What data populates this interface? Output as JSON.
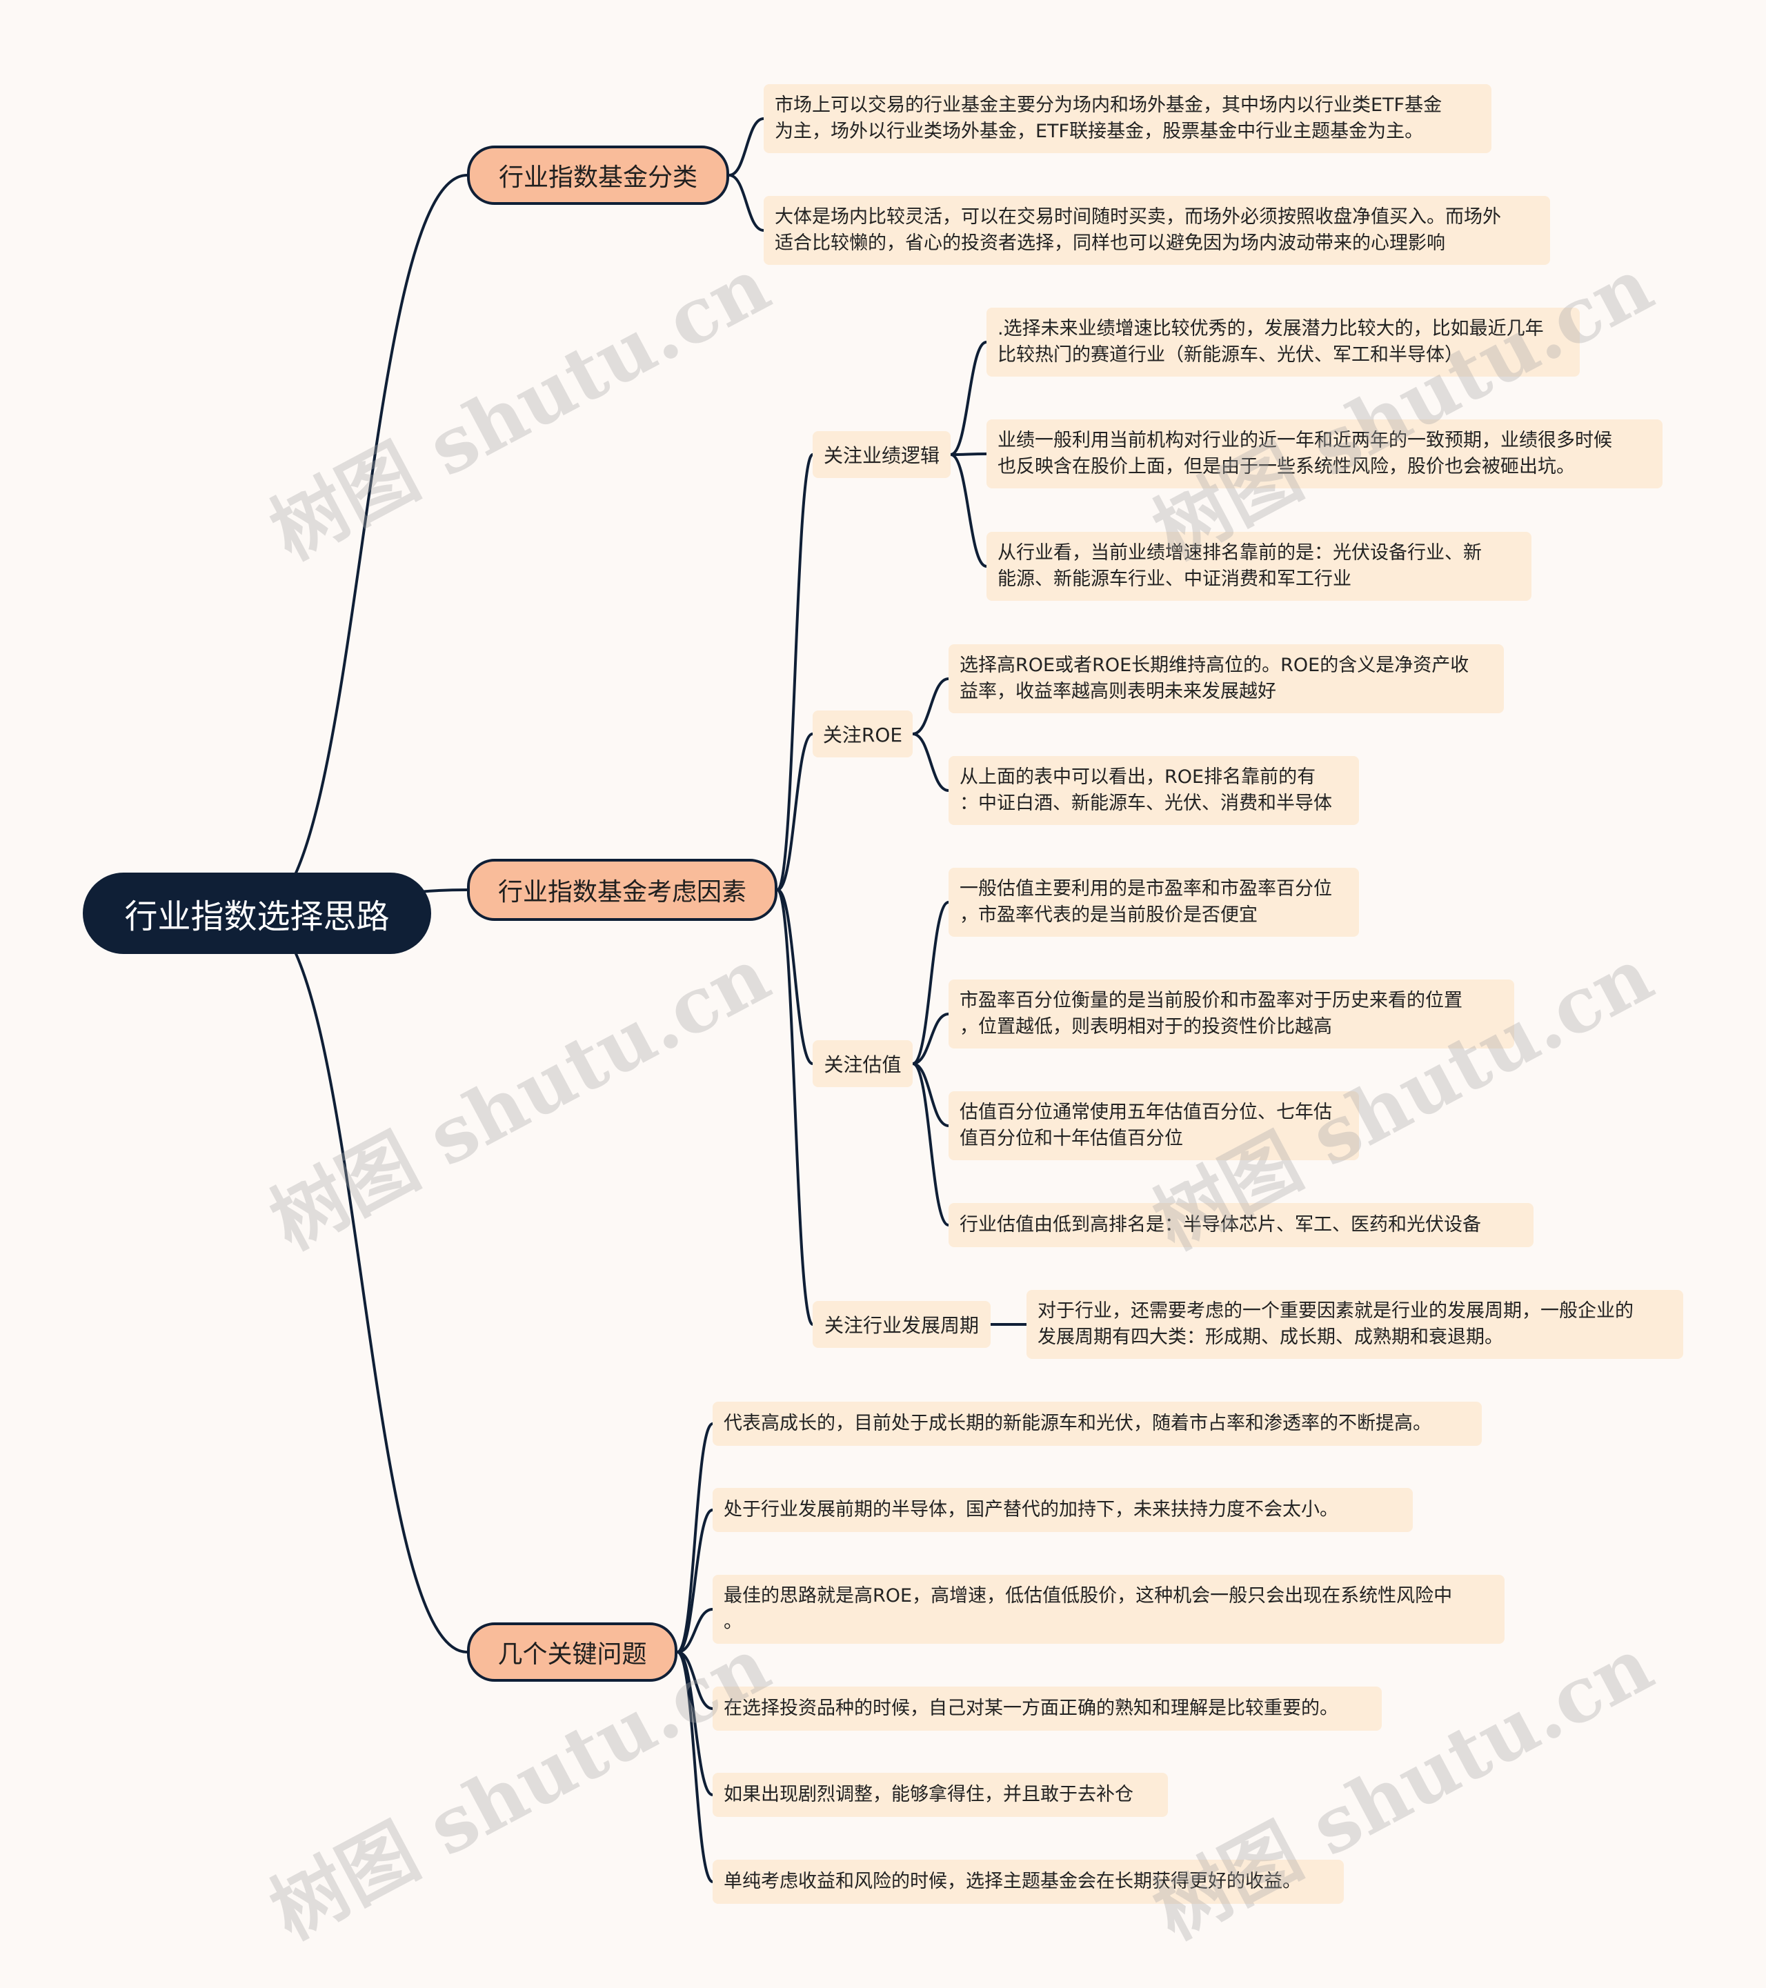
{
  "root": {
    "label": "行业指数选择思路"
  },
  "branches": [
    {
      "label": "行业指数基金分类",
      "leaves": [
        "市场上可以交易的行业基金主要分为场内和场外基金，其中场内以行业类ETF基金\n为主，场外以行业类场外基金，ETF联接基金，股票基金中行业主题基金为主。",
        "大体是场内比较灵活，可以在交易时间随时买卖，而场外必须按照收盘净值买入。而场外\n适合比较懒的，省心的投资者选择，同样也可以避免因为场内波动带来的心理影响"
      ]
    },
    {
      "label": "行业指数基金考虑因素",
      "subs": [
        {
          "label": "关注业绩逻辑",
          "leaves": [
            ".选择未来业绩增速比较优秀的，发展潜力比较大的，比如最近几年\n比较热门的赛道行业（新能源车、光伏、军工和半导体）",
            "业绩一般利用当前机构对行业的近一年和近两年的一致预期，业绩很多时候\n也反映含在股价上面，但是由于一些系统性风险，股价也会被砸出坑。",
            "从行业看，当前业绩增速排名靠前的是：光伏设备行业、新\n能源、新能源车行业、中证消费和军工行业"
          ]
        },
        {
          "label": "关注ROE",
          "leaves": [
            "选择高ROE或者ROE长期维持高位的。ROE的含义是净资产收\n益率，收益率越高则表明未来发展越好",
            "从上面的表中可以看出，ROE排名靠前的有\n：中证白酒、新能源车、光伏、消费和半导体"
          ]
        },
        {
          "label": "关注估值",
          "leaves": [
            "一般估值主要利用的是市盈率和市盈率百分位\n，市盈率代表的是当前股价是否便宜",
            "市盈率百分位衡量的是当前股价和市盈率对于历史来看的位置\n，位置越低，则表明相对于的投资性价比越高",
            "估值百分位通常使用五年估值百分位、七年估\n值百分位和十年估值百分位",
            "行业估值由低到高排名是：半导体芯片、军工、医药和光伏设备"
          ]
        },
        {
          "label": "关注行业发展周期",
          "leaves": [
            "对于行业，还需要考虑的一个重要因素就是行业的发展周期，一般企业的\n发展周期有四大类：形成期、成长期、成熟期和衰退期。"
          ]
        }
      ]
    },
    {
      "label": "几个关键问题",
      "leaves": [
        "代表高成长的，目前处于成长期的新能源车和光伏，随着市占率和渗透率的不断提高。",
        "处于行业发展前期的半导体，国产替代的加持下，未来扶持力度不会太小。",
        "最佳的思路就是高ROE，高增速，低估值低股价，这种机会一般只会出现在系统性风险中\n。",
        "在选择投资品种的时候，自己对某一方面正确的熟知和理解是比较重要的。",
        "如果出现剧烈调整，能够拿得住，并且敢于去补仓",
        "单纯考虑收益和风险的时候，选择主题基金会在长期获得更好的收益。"
      ]
    }
  ],
  "watermark": "树图 shutu.cn",
  "colors": {
    "root_bg": "#0f1f36",
    "branch_bg": "#f9bc9a",
    "leaf_bg": "#fdecd8",
    "line": "#0f1f36",
    "page_bg": "#fdf9f6"
  }
}
